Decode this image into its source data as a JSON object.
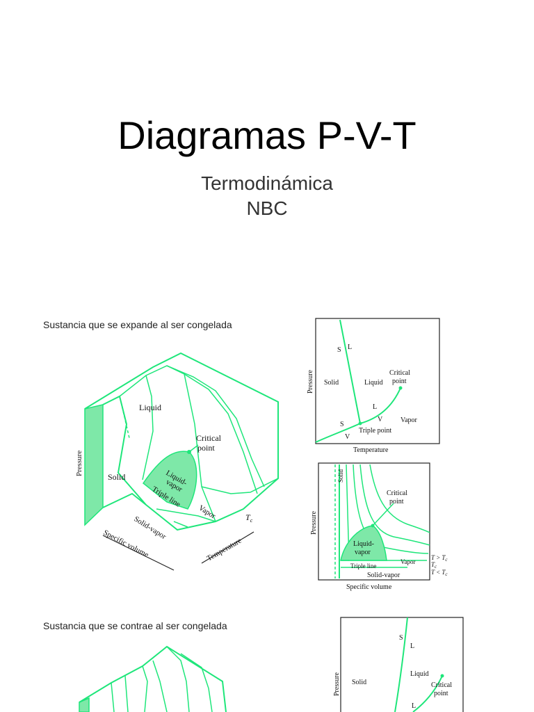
{
  "slide": {
    "title": "Diagramas P-V-T",
    "subtitle_line1": "Termodinámica",
    "subtitle_line2": "NBC"
  },
  "section1": {
    "caption": "Sustancia que se expande al ser congelada",
    "surface3d": {
      "pressure": "Pressure",
      "liquid": "Liquid",
      "solid": "Solid",
      "critical1": "Critical",
      "critical2": "point",
      "lv1": "Liquid-",
      "lv2": "vapor",
      "triple": "Triple line",
      "vapor": "Vapor",
      "tc": "T",
      "tc_sub": "c",
      "solid_vapor": "Solid-vapor",
      "specific_volume": "Specific volume",
      "temperature": "Temperature"
    },
    "pt_diagram": {
      "pressure": "Pressure",
      "temperature": "Temperature",
      "s": "S",
      "l": "L",
      "solid": "Solid",
      "liquid": "Liquid",
      "critical1": "Critical",
      "critical2": "point",
      "l2": "L",
      "v": "V",
      "vapor": "Vapor",
      "s2": "S",
      "v2": "V",
      "triple_point": "Triple point"
    },
    "pv_diagram": {
      "pressure": "Pressure",
      "solid": "Solid",
      "critical1": "Critical",
      "critical2": "point",
      "lv1": "Liquid-",
      "lv2": "vapor",
      "triple": "Triple line",
      "vapor": "Vapor",
      "solid_vapor": "Solid-vapor",
      "specific_volume": "Specific volume",
      "t_gt": "T > T",
      "t_eq": "T",
      "t_lt": "T < T",
      "sub_c": "c"
    }
  },
  "section2": {
    "caption": "Sustancia que se contrae al ser congelada",
    "pt_diagram": {
      "pressure": "Pressure",
      "s": "S",
      "l": "L",
      "solid": "Solid",
      "liquid": "Liquid",
      "critical1": "Critical",
      "critical2": "point",
      "l2": "L"
    }
  }
}
